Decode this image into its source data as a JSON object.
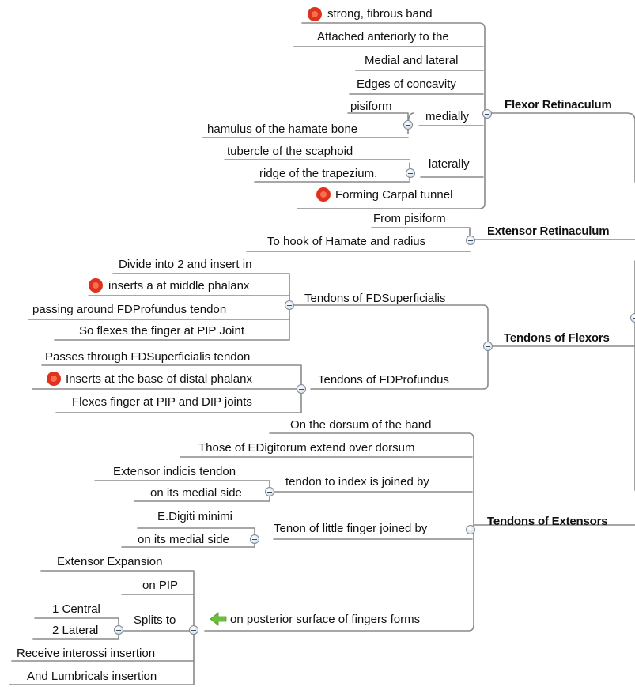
{
  "colors": {
    "line": "#8a8a8a",
    "marker_red": "#e0301e",
    "marker_green": "#6cbf3a",
    "text": "#111111"
  },
  "branches": {
    "flexor_retinaculum": {
      "title": "Flexor Retinaculum",
      "items": {
        "strong": "strong, fibrous band",
        "attached": "Attached anteriorly to the",
        "medial_lateral": "Medial and lateral",
        "edges": "Edges of concavity",
        "medially": "medially",
        "pisiform": "pisiform",
        "hamulus": "hamulus of the hamate bone",
        "laterally": "laterally",
        "tubercle": "tubercle of the scaphoid",
        "ridge": "ridge of the trapezium.",
        "forming": "Forming Carpal tunnel"
      }
    },
    "extensor_retinaculum": {
      "title": "Extensor Retinaculum",
      "items": {
        "from_pisiform": "From pisiform",
        "to_hook": "To hook of Hamate and radius"
      }
    },
    "tendons_flexors": {
      "title": "Tendons of Flexors",
      "fds": {
        "label": "Tendons of FDSuperficialis",
        "divide": "Divide into 2 and insert in",
        "inserts_middle": "inserts a at middle phalanx",
        "passing": "passing around FDProfundus tendon",
        "so_flexes": "So flexes the finger at PIP Joint"
      },
      "fdp": {
        "label": "Tendons of FDProfundus",
        "passes": "Passes through FDSuperficialis tendon",
        "inserts_distal": "Inserts at the base of distal phalanx",
        "flexes": "Flexes finger at PIP and DIP joints"
      }
    },
    "tendons_extensors": {
      "title": "Tendons of Extensors",
      "dorsum": "On the dorsum of the hand",
      "those": "Those of EDigitorum extend over dorsum",
      "index": {
        "label": "tendon to index is joined by",
        "indicis": "Extensor indicis tendon",
        "medial": "on its medial side"
      },
      "little": {
        "label": "Tenon of little finger joined by",
        "digiti": "E.Digiti minimi",
        "medial": "on its medial side"
      },
      "posterior": {
        "label": "on posterior surface of fingers forms",
        "expansion": "Extensor Expansion",
        "on_pip": "on PIP",
        "splits": "Splits to",
        "central": "1 Central",
        "lateral": "2 Lateral",
        "interossi": "Receive interossi insertion",
        "lumbricals": "And Lumbricals insertion"
      }
    }
  }
}
